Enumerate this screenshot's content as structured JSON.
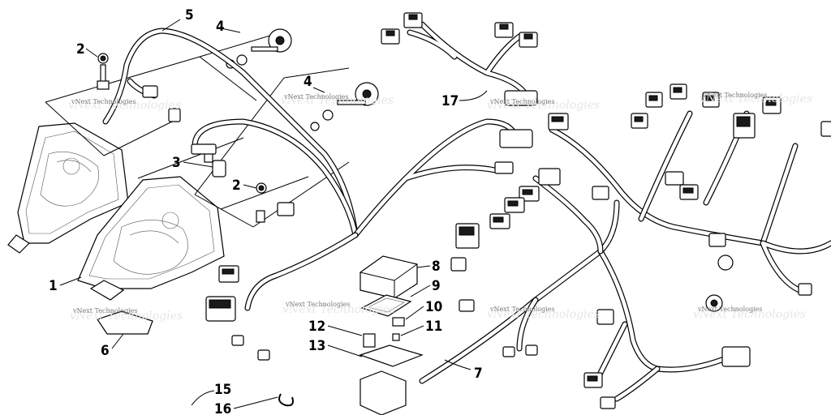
{
  "watermark": "vNext Technologies",
  "callouts": {
    "c1": "1",
    "c2a": "2",
    "c2b": "2",
    "c3": "3",
    "c4a": "4",
    "c4b": "4",
    "c5": "5",
    "c6": "6",
    "c7": "7",
    "c8": "8",
    "c9": "9",
    "c10": "10",
    "c11": "11",
    "c12": "12",
    "c13": "13",
    "c15": "15",
    "c16": "16",
    "c17": "17"
  }
}
